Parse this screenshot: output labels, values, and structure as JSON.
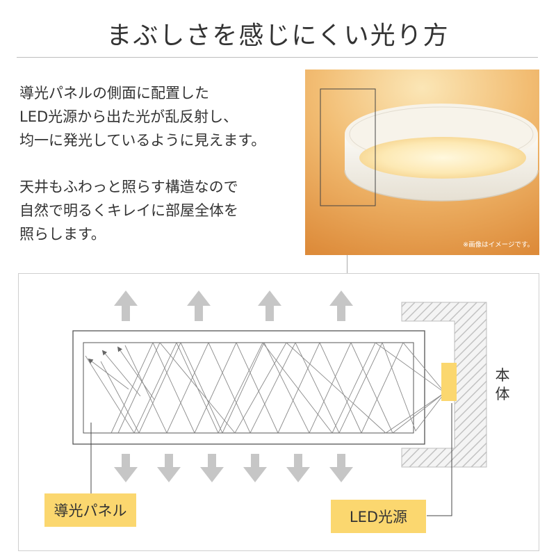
{
  "title": "まぶしさを感じにくい光り方",
  "description": {
    "para1": [
      "導光パネルの側面に配置した",
      "LED光源から出た光が乱反射し、",
      "均一に発光しているように見えます。"
    ],
    "para2": [
      "天井もふわっと照らす構造なので",
      "自然で明るくキレイに部屋全体を",
      "照らします。"
    ]
  },
  "photo": {
    "note": "※画像はイメージです。"
  },
  "diagram": {
    "body_label": [
      "本",
      "体"
    ],
    "panel_label": "導光パネル",
    "led_label": "LED光源"
  },
  "colors": {
    "label_bg": "#fbd76f",
    "led_fill": "#fbd76f",
    "arrow": "#bdbdbd",
    "hatch": "#c4c4c4",
    "wall_fill": "#f2f2f2",
    "photo_warm": "#e39a46"
  }
}
